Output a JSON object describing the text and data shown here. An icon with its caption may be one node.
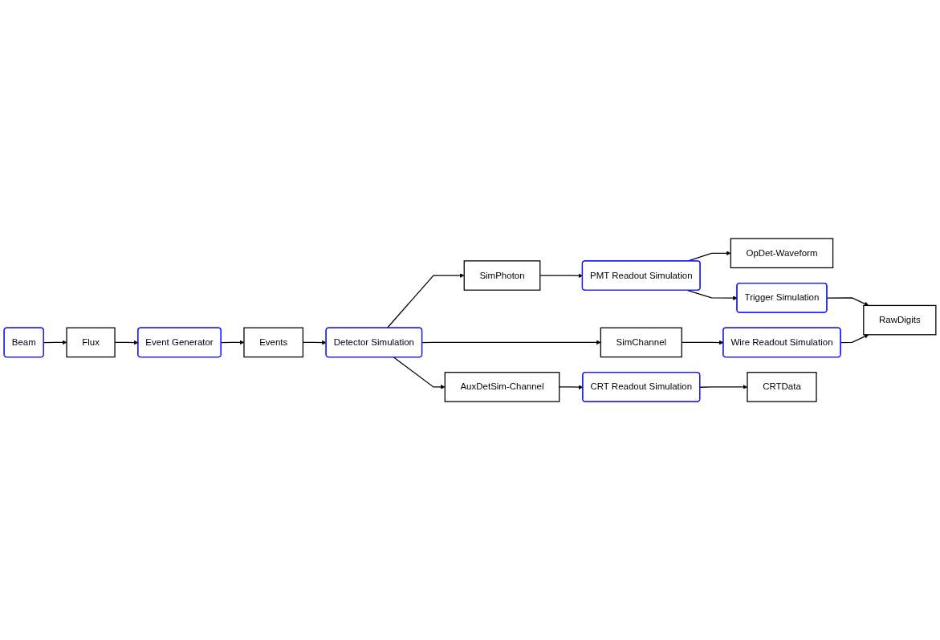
{
  "diagram": {
    "nodes": [
      {
        "text": [
          "Beam"
        ]
      },
      {
        "text": [
          "Flux"
        ]
      },
      {
        "text": [
          "Event Generator"
        ]
      },
      {
        "text": [
          "Events"
        ]
      },
      {
        "text": [
          "PMT Readout Simulation"
        ]
      },
      {
        "text": [
          "OpDet-Waveform"
        ]
      },
      {
        "text": [
          "Trigger Simulation"
        ]
      },
      {
        "text": [
          "SimPhoton"
        ]
      },
      {
        "text": [
          "Detector Simulation"
        ]
      },
      {
        "text": [
          "SimChannel"
        ]
      },
      {
        "text": [
          "Wire Readout Simulation"
        ]
      },
      {
        "text": [
          "RawDigits"
        ]
      },
      {
        "text": [
          "AuxDetSim-Channel"
        ]
      },
      {
        "text": [
          "CRT Readout Simulation"
        ]
      },
      {
        "text": [
          "CRTData"
        ]
      }
    ],
    "edges": [
      {
        "from": 0,
        "to": 1,
        "arrow": "to"
      },
      {
        "from": 1,
        "to": 2,
        "arrow": "to"
      },
      {
        "from": 2,
        "to": 3,
        "arrow": "to"
      },
      {
        "from": 3,
        "to": 8,
        "arrow": "to"
      },
      {
        "from": 8,
        "to": 7,
        "arrow": "to"
      },
      {
        "from": 8,
        "to": 9,
        "arrow": "to"
      },
      {
        "from": 8,
        "to": 12,
        "arrow": "to"
      },
      {
        "from": 7,
        "to": 4,
        "arrow": "to"
      },
      {
        "from": 4,
        "to": 5,
        "arrow": "to"
      },
      {
        "from": 4,
        "to": 6,
        "arrow": "to"
      },
      {
        "from": 6,
        "to": 11,
        "arrow": "to"
      },
      {
        "from": 9,
        "to": 10,
        "arrow": "to"
      },
      {
        "from": 10,
        "to": 11,
        "arrow": "to"
      },
      {
        "from": 12,
        "to": 13,
        "arrow": "to"
      },
      {
        "from": 13,
        "to": 14,
        "arrow": "to"
      }
    ]
  }
}
